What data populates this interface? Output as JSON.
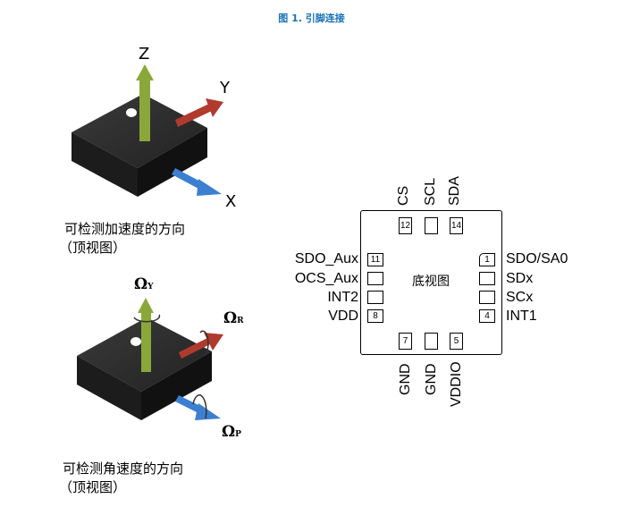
{
  "figure": {
    "title": "图 1. 引脚连接"
  },
  "top_view_accel": {
    "axis_labels": {
      "z": "Z",
      "y": "Y",
      "x": "X"
    },
    "caption_line1": "可检测加速度的方向",
    "caption_line2": "（顶视图）"
  },
  "top_view_gyro": {
    "axis_labels": {
      "yaw": "Ω",
      "yaw_sub": "Y",
      "roll": "Ω",
      "roll_sub": "R",
      "pitch": "Ω",
      "pitch_sub": "P"
    },
    "caption_line1": "可检测角速度的方向",
    "caption_line2": "（顶视图）"
  },
  "pinout": {
    "center_label": "底视图",
    "top_pins": [
      {
        "name": "CS",
        "number": "12"
      },
      {
        "name": "SCL",
        "number": ""
      },
      {
        "name": "SDA",
        "number": "14"
      }
    ],
    "left_pins": [
      {
        "name": "SDO_Aux",
        "number": "11"
      },
      {
        "name": "OCS_Aux",
        "number": ""
      },
      {
        "name": "INT2",
        "number": ""
      },
      {
        "name": "VDD",
        "number": "8"
      }
    ],
    "right_pins": [
      {
        "name": "SDO/SA0",
        "number": "1"
      },
      {
        "name": "SDx",
        "number": ""
      },
      {
        "name": "SCx",
        "number": ""
      },
      {
        "name": "INT1",
        "number": "4"
      }
    ],
    "bottom_pins": [
      {
        "name": "GND",
        "number": "7"
      },
      {
        "name": "GND",
        "number": ""
      },
      {
        "name": "VDDIO",
        "number": "5"
      }
    ]
  },
  "colors": {
    "title": "#1a73b8",
    "z_arrow": "#8aa83a",
    "y_arrow": "#b03a2e",
    "x_arrow": "#3c7fd1",
    "chip_top": "#2b2b2b",
    "chip_side": "#1b1b1b"
  }
}
